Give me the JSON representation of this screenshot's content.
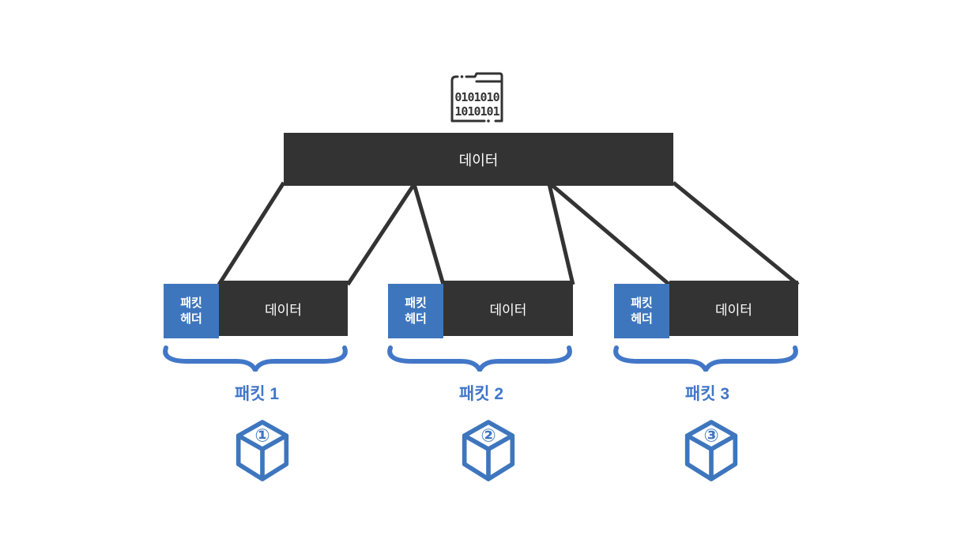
{
  "diagram_title": "data packetization diagram",
  "colors": {
    "dark": "#333333",
    "header_blue": "#3E76BE",
    "accent_blue": "#4277C8",
    "background": "#ffffff"
  },
  "source": {
    "icon": "binary-file-icon",
    "icon_binary_line1": "0101010",
    "icon_binary_line2": "1010101",
    "data_bar_label": "데이터"
  },
  "packets": [
    {
      "header_line1": "패킷",
      "header_line2": "헤더",
      "data_label": "데이터",
      "caption": "패킷 1",
      "cube_number": "①"
    },
    {
      "header_line1": "패킷",
      "header_line2": "헤더",
      "data_label": "데이터",
      "caption": "패킷 2",
      "cube_number": "②"
    },
    {
      "header_line1": "패킷",
      "header_line2": "헤더",
      "data_label": "데이터",
      "caption": "패킷 3",
      "cube_number": "③"
    }
  ]
}
